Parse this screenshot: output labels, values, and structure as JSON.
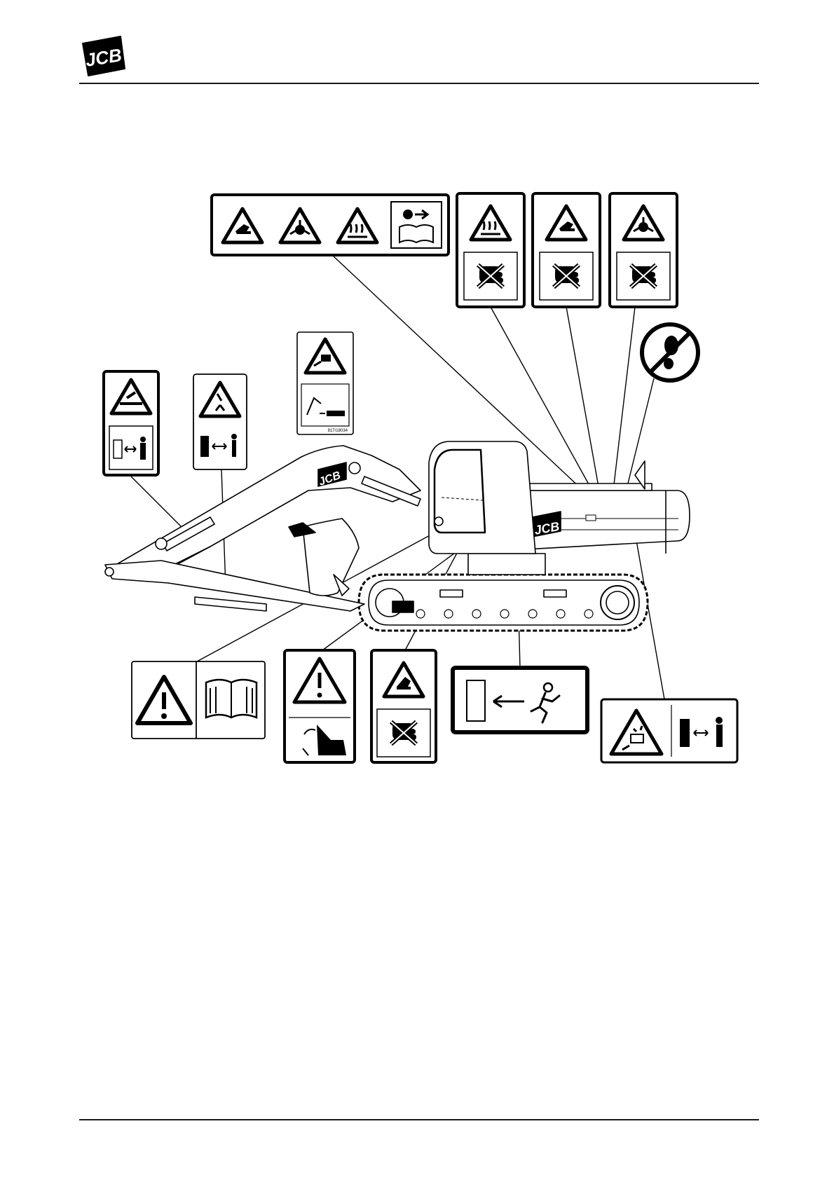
{
  "header": {
    "logo_text": "JCB",
    "logo_colors": {
      "fill": "#000000",
      "text": "#ffffff"
    }
  },
  "diagram": {
    "machine": "tracked-excavator",
    "boom_brand_text": "JCB",
    "body_brand_text": "JCB",
    "label_part_number": "817/18034",
    "decals": [
      {
        "id": "multi-hazard-strip",
        "icons": [
          "hand-crush-warning",
          "fan-entanglement-warning",
          "hot-surface-warning",
          "stop-engine-read-manual-icon"
        ]
      },
      {
        "id": "hot-surface-no-hands",
        "icons": [
          "hot-surface-warning",
          "no-hands-icon"
        ]
      },
      {
        "id": "hand-crush-no-hands",
        "icons": [
          "hand-crush-warning",
          "no-hands-icon"
        ]
      },
      {
        "id": "fan-no-hands",
        "icons": [
          "fan-entanglement-warning",
          "no-hands-icon"
        ]
      },
      {
        "id": "no-step",
        "icons": [
          "no-step-icon"
        ]
      },
      {
        "id": "crush-keep-distance",
        "icons": [
          "crush-warning",
          "keep-distance-icon"
        ]
      },
      {
        "id": "falling-keep-distance",
        "icons": [
          "falling-object-warning",
          "keep-distance-icon"
        ]
      },
      {
        "id": "overturn-label",
        "icons": [
          "overturn-warning",
          "excavator-safe-distance-icon"
        ]
      },
      {
        "id": "read-manual",
        "icons": [
          "general-warning",
          "operator-manual-icon"
        ]
      },
      {
        "id": "safety-lever",
        "icons": [
          "general-warning",
          "safety-lever-icon"
        ]
      },
      {
        "id": "door-crush",
        "icons": [
          "hand-crush-warning",
          "no-hands-icon"
        ]
      },
      {
        "id": "emergency-exit",
        "icons": [
          "emergency-exit-icon"
        ]
      },
      {
        "id": "battery-keep-distance",
        "icons": [
          "battery-explosion-warning",
          "keep-distance-icon"
        ]
      }
    ]
  },
  "colors": {
    "ink": "#000000",
    "paper": "#ffffff",
    "rule": "#1a1a1a"
  }
}
